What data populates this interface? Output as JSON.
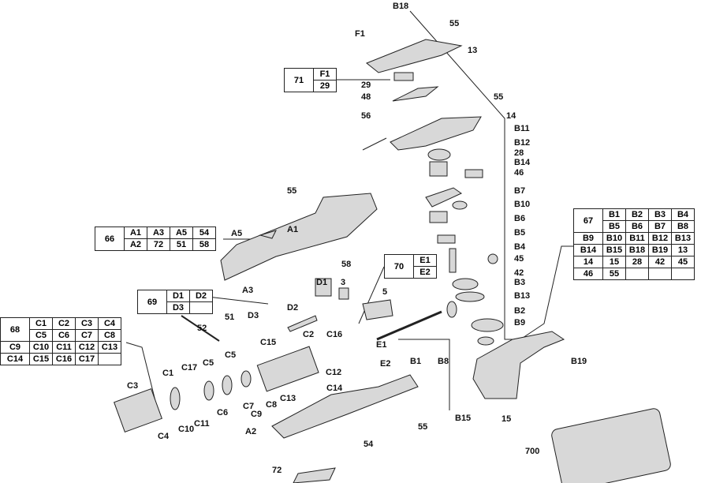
{
  "labels": [
    "B18",
    "55",
    "F1",
    "13",
    "29",
    "48",
    "55",
    "56",
    "14",
    "B11",
    "B12",
    "28",
    "B14",
    "46",
    "55",
    "B7",
    "B10",
    "A5",
    "A1",
    "B6",
    "B5",
    "58",
    "B4",
    "45",
    "D1",
    "3",
    "A3",
    "42",
    "B3",
    "5",
    "D3",
    "D2",
    "B13",
    "B2",
    "51",
    "52",
    "B9",
    "C15",
    "C2",
    "C16",
    "E1",
    "B1",
    "B8",
    "B19",
    "C5",
    "C5",
    "C12",
    "E2",
    "C17",
    "C1",
    "C3",
    "C14",
    "C13",
    "C7",
    "C6",
    "C9",
    "C8",
    "C11",
    "C10",
    "C4",
    "A2",
    "55",
    "B15",
    "15",
    "54",
    "700",
    "72"
  ],
  "kits": {
    "k71": {
      "id": "71",
      "rows": [
        [
          "F1"
        ],
        [
          "29"
        ]
      ]
    },
    "k66": {
      "id": "66",
      "rows": [
        [
          "A1",
          "A3",
          "A5",
          "54"
        ],
        [
          "A2",
          "72",
          "51",
          "58"
        ]
      ]
    },
    "k69": {
      "id": "69",
      "rows": [
        [
          "D1",
          "D2"
        ],
        [
          "D3",
          ""
        ]
      ]
    },
    "k70": {
      "id": "70",
      "rows": [
        [
          "E1"
        ],
        [
          "E2"
        ]
      ]
    },
    "k67": {
      "id": "67",
      "rows": [
        [
          "B1",
          "B2",
          "B3",
          "B4"
        ],
        [
          "B5",
          "B6",
          "B7",
          "B8"
        ],
        [
          "B9",
          "B10",
          "B11",
          "B12",
          "B13"
        ],
        [
          "B14",
          "B15",
          "B18",
          "B19",
          "13"
        ],
        [
          "14",
          "15",
          "28",
          "42",
          "45"
        ],
        [
          "46",
          "55",
          "",
          "",
          ""
        ]
      ]
    },
    "k68": {
      "id": "68",
      "rows": [
        [
          "C1",
          "C2",
          "C3",
          "C4"
        ],
        [
          "C5",
          "C6",
          "C7",
          "C8"
        ],
        [
          "C9",
          "C10",
          "C11",
          "C12",
          "C13"
        ],
        [
          "C14",
          "C15",
          "C16",
          "C17",
          ""
        ]
      ]
    }
  }
}
